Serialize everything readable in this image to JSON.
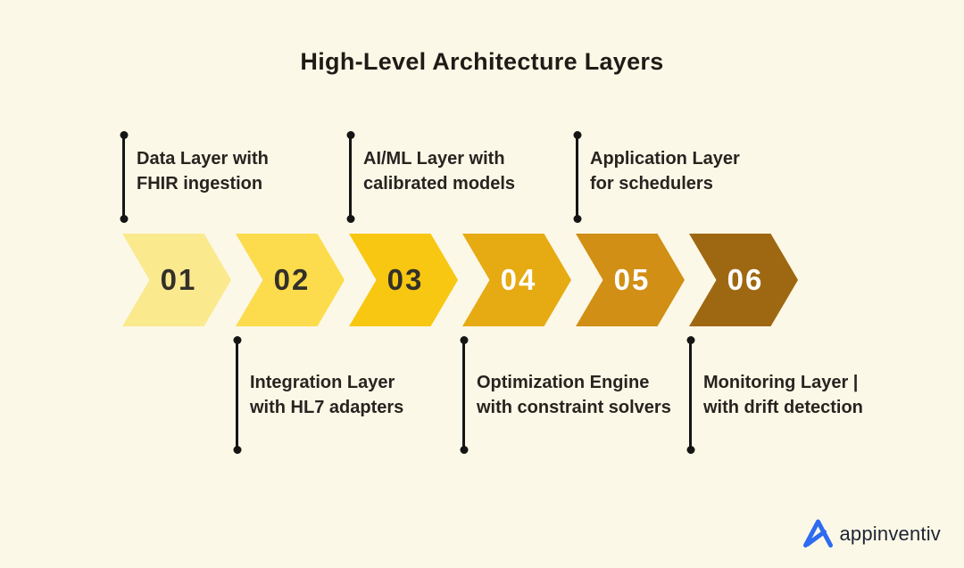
{
  "title": "High-Level Architecture Layers",
  "steps": [
    {
      "number": "01",
      "label": [
        "Data Layer with",
        "FHIR ingestion"
      ],
      "color": "#FBE98E",
      "number_color": "#33302A",
      "label_position": "top"
    },
    {
      "number": "02",
      "label": [
        "Integration Layer",
        "with HL7 adapters"
      ],
      "color": "#FCDC4C",
      "number_color": "#33302A",
      "label_position": "bottom"
    },
    {
      "number": "03",
      "label": [
        "AI/ML Layer with",
        "calibrated models"
      ],
      "color": "#F8C711",
      "number_color": "#33302A",
      "label_position": "top"
    },
    {
      "number": "04",
      "label": [
        "Optimization Engine",
        "with constraint solvers"
      ],
      "color": "#E6AB13",
      "number_color": "#FFFFFF",
      "label_position": "bottom"
    },
    {
      "number": "05",
      "label": [
        "Application Layer",
        "for schedulers"
      ],
      "color": "#D18F15",
      "number_color": "#FFFFFF",
      "label_position": "top"
    },
    {
      "number": "06",
      "label": [
        "Monitoring Layer |",
        "with drift detection"
      ],
      "color": "#9E6812",
      "number_color": "#FFFFFF",
      "label_position": "bottom"
    }
  ],
  "logo": {
    "brand": "appinventiv"
  },
  "colors": {
    "background": "#FCF8E7",
    "title_text": "#1F1C17",
    "label_text": "#272420",
    "connector_line": "#151515",
    "logo_mark_blue": "#2E6BF0",
    "logo_text": "#1D2433"
  }
}
